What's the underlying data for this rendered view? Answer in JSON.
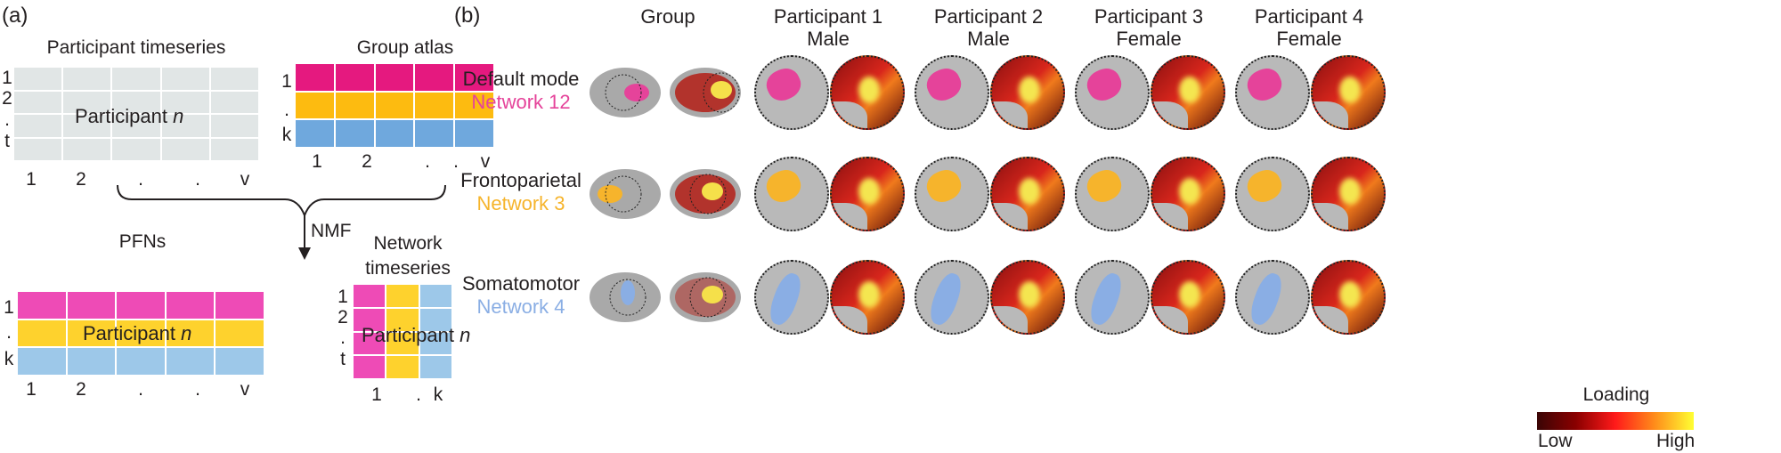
{
  "panel_a": {
    "label": "(a)",
    "participant_timeseries": {
      "title": "Participant timeseries",
      "center_text": "Participant",
      "center_italic": "n",
      "row_labels": [
        "1",
        "2",
        ".",
        "t"
      ],
      "col_labels": [
        "1",
        "2",
        ".",
        ".",
        "v"
      ],
      "color": "#E1E6E6"
    },
    "group_atlas": {
      "title": "Group atlas",
      "row_labels": [
        "1",
        ".",
        "k"
      ],
      "col_labels": [
        "1",
        "2",
        ".",
        ".",
        "v"
      ],
      "colors": [
        "#E5197F",
        "#FDBB10",
        "#6FA8DD"
      ]
    },
    "nmf_label": "NMF",
    "pfns": {
      "title": "PFNs",
      "center_text": "Participant",
      "center_italic": "n",
      "row_labels": [
        "1",
        ".",
        "k"
      ],
      "col_labels": [
        "1",
        "2",
        ".",
        ".",
        "v"
      ],
      "colors": [
        "#EE4BB6",
        "#FED22D",
        "#9DC8E9"
      ]
    },
    "network_timeseries": {
      "title_line1": "Network",
      "title_line2": "timeseries",
      "center_text": "Participant",
      "center_italic": "n",
      "row_labels": [
        "1",
        "2",
        ".",
        "t"
      ],
      "col_labels": [
        "1",
        ".",
        "k"
      ],
      "colors": [
        "#EE4BB6",
        "#FED22D",
        "#9DC8E9"
      ]
    }
  },
  "panel_b": {
    "label": "(b)",
    "columns": [
      {
        "line1": "Group",
        "line2": ""
      },
      {
        "line1": "Participant 1",
        "line2": "Male"
      },
      {
        "line1": "Participant 2",
        "line2": "Male"
      },
      {
        "line1": "Participant 3",
        "line2": "Female"
      },
      {
        "line1": "Participant 4",
        "line2": "Female"
      }
    ],
    "rows": [
      {
        "name": "Default mode",
        "network": "Network 12",
        "color": "#E5439A"
      },
      {
        "name": "Frontoparietal",
        "network": "Network 3",
        "color": "#F6B42C"
      },
      {
        "name": "Somatomotor",
        "network": "Network 4",
        "color": "#8AAEE4"
      }
    ],
    "colorbar": {
      "title": "Loading",
      "low": "Low",
      "high": "High",
      "colors": [
        "#3a0505",
        "#8b0000",
        "#ff1a1a",
        "#ff8c1a",
        "#ffff33"
      ]
    }
  }
}
